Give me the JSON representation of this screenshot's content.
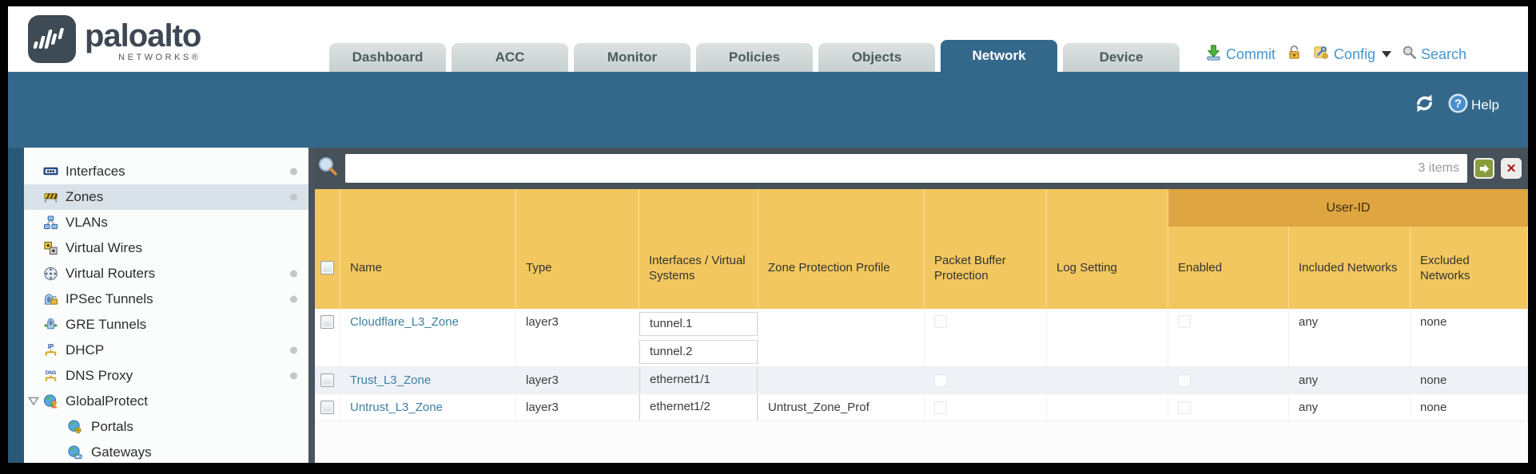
{
  "brand": {
    "name": "paloalto",
    "sub": "NETWORKS®"
  },
  "tabs": [
    {
      "label": "Dashboard",
      "active": false
    },
    {
      "label": "ACC",
      "active": false
    },
    {
      "label": "Monitor",
      "active": false
    },
    {
      "label": "Policies",
      "active": false
    },
    {
      "label": "Objects",
      "active": false
    },
    {
      "label": "Network",
      "active": true
    },
    {
      "label": "Device",
      "active": false
    }
  ],
  "top_actions": {
    "commit": "Commit",
    "config": "Config",
    "search": "Search"
  },
  "band": {
    "help": "Help"
  },
  "sidebar": {
    "items": [
      {
        "label": "Interfaces",
        "icon": "interfaces-icon",
        "dot": true,
        "selected": false
      },
      {
        "label": "Zones",
        "icon": "zones-icon",
        "dot": true,
        "selected": true
      },
      {
        "label": "VLANs",
        "icon": "vlans-icon",
        "dot": false,
        "selected": false
      },
      {
        "label": "Virtual Wires",
        "icon": "virtual-wires-icon",
        "dot": false,
        "selected": false
      },
      {
        "label": "Virtual Routers",
        "icon": "virtual-routers-icon",
        "dot": true,
        "selected": false
      },
      {
        "label": "IPSec Tunnels",
        "icon": "ipsec-tunnels-icon",
        "dot": true,
        "selected": false
      },
      {
        "label": "GRE Tunnels",
        "icon": "gre-tunnels-icon",
        "dot": false,
        "selected": false
      },
      {
        "label": "DHCP",
        "icon": "dhcp-icon",
        "dot": true,
        "selected": false
      },
      {
        "label": "DNS Proxy",
        "icon": "dns-proxy-icon",
        "dot": true,
        "selected": false
      },
      {
        "label": "GlobalProtect",
        "icon": "globalprotect-icon",
        "dot": false,
        "selected": false,
        "expanded": true
      },
      {
        "label": "Portals",
        "icon": "portals-icon",
        "dot": false,
        "selected": false,
        "child": true
      },
      {
        "label": "Gateways",
        "icon": "gateways-icon",
        "dot": false,
        "selected": false,
        "child": true
      }
    ]
  },
  "toolbar": {
    "count": "3 items"
  },
  "table": {
    "group": "User-ID",
    "columns": {
      "name": "Name",
      "type": "Type",
      "interfaces": "Interfaces / Virtual Systems",
      "zpp": "Zone Protection Profile",
      "pbp": "Packet Buffer Protection",
      "log": "Log Setting",
      "enabled": "Enabled",
      "included": "Included Networks",
      "excluded": "Excluded Networks"
    },
    "rows": [
      {
        "name": "Cloudflare_L3_Zone",
        "type": "layer3",
        "if1": "tunnel.1",
        "if2": "tunnel.2",
        "zpp": "",
        "included": "any",
        "excluded": "none"
      },
      {
        "name": "Trust_L3_Zone",
        "type": "layer3",
        "if1": "ethernet1/1",
        "zpp": "",
        "included": "any",
        "excluded": "none"
      },
      {
        "name": "Untrust_L3_Zone",
        "type": "layer3",
        "if1": "ethernet1/2",
        "zpp": "Untrust_Zone_Prof",
        "included": "any",
        "excluded": "none"
      }
    ]
  },
  "colors": {
    "teal": "#34688a",
    "gutter": "#2a5878",
    "slate": "#46515a",
    "header_orange": "#f2c75f",
    "group_orange": "#dfa540",
    "link": "#3b80a4",
    "row_alt": "#eef2f6",
    "selected_item": "#d9e2e9"
  }
}
